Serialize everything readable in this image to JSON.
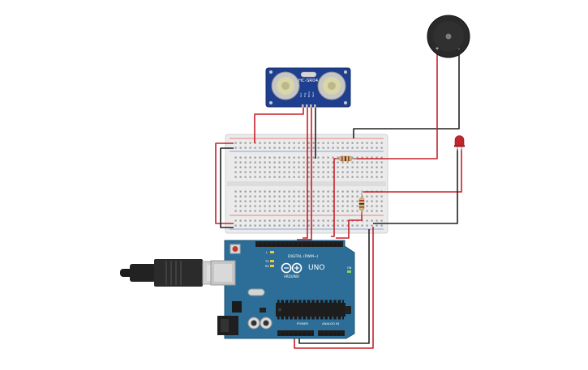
{
  "sensor": {
    "model": "HC-SR04",
    "pins": [
      "Vcc",
      "Trig",
      "Echo",
      "Gnd"
    ],
    "board_color": "#1e3f8f"
  },
  "arduino": {
    "logo": "ARDUINO",
    "model": "UNO",
    "digital_label": "DIGITAL (PWM~)",
    "power_label": "POWER",
    "analog_label": "ANALOG IN",
    "board_color": "#2c6e97",
    "leds": [
      "TX",
      "RX",
      "L",
      "ON"
    ]
  },
  "buzzer": {
    "plus": "+",
    "minus": "-"
  },
  "led": {
    "color": "#c0272d"
  },
  "wires": {
    "red": "#c8202a",
    "black": "#222222"
  }
}
